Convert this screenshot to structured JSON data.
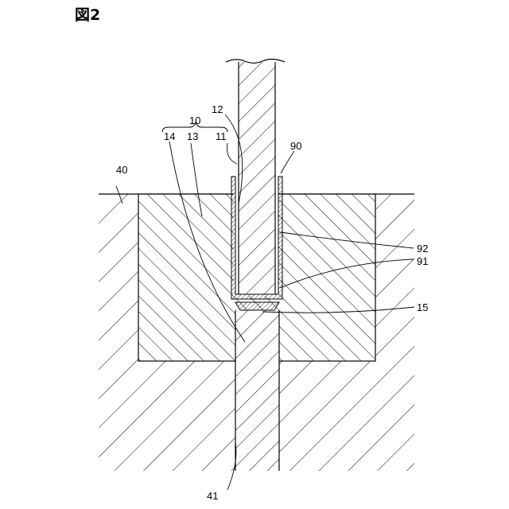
{
  "figure": {
    "title": "図2"
  },
  "labels": {
    "l10": "10",
    "l11": "11",
    "l12": "12",
    "l13": "13",
    "l14": "14",
    "l15": "15",
    "l40": "40",
    "l41": "41",
    "l90": "90",
    "l91": "91",
    "l92": "92"
  },
  "colors": {
    "ink": "#000000",
    "paper": "#ffffff"
  }
}
